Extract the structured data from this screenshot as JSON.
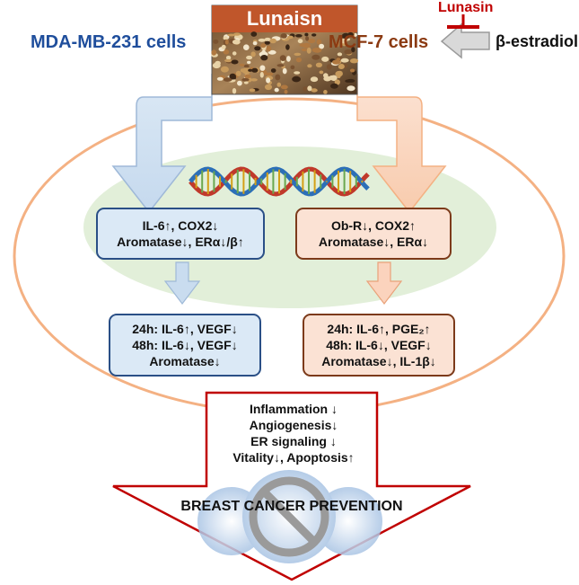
{
  "top": {
    "product_label": "Lunaisn",
    "left_cells": "MDA-MB-231 cells",
    "right_cells": "MCF-7 cells",
    "inhibitor": "Lunasin",
    "ligand": "β-estradiol"
  },
  "left_column": {
    "gene_box": [
      "IL-6↑, COX2↓",
      "Aromatase↓, ERα↓/β↑"
    ],
    "time_box": [
      "24h: IL-6↑, VEGF↓",
      "48h: IL-6↓, VEGF↓",
      "Aromatase↓"
    ]
  },
  "right_column": {
    "gene_box": [
      "Ob-R↓, COX2↑",
      "Aromatase↓, ERα↓"
    ],
    "time_box": [
      "24h: IL-6↑, PGE₂↑",
      "48h: IL-6↓, VEGF↓",
      "Aromatase↓, IL-1β↓"
    ]
  },
  "outcomes": [
    "Inflammation ↓",
    "Angiogenesis↓",
    "ER signaling ↓",
    "Vitality↓,  Apoptosis↑"
  ],
  "conclusion": "BREAST CANCER PREVENTION",
  "colors": {
    "left_text": "#1f4e9c",
    "right_text": "#8b3a12",
    "inhibitor": "#c00000",
    "ellipse_stroke": "#f4b183",
    "cell_fill": "#e2efd9",
    "arrow_red": "#c00000"
  }
}
